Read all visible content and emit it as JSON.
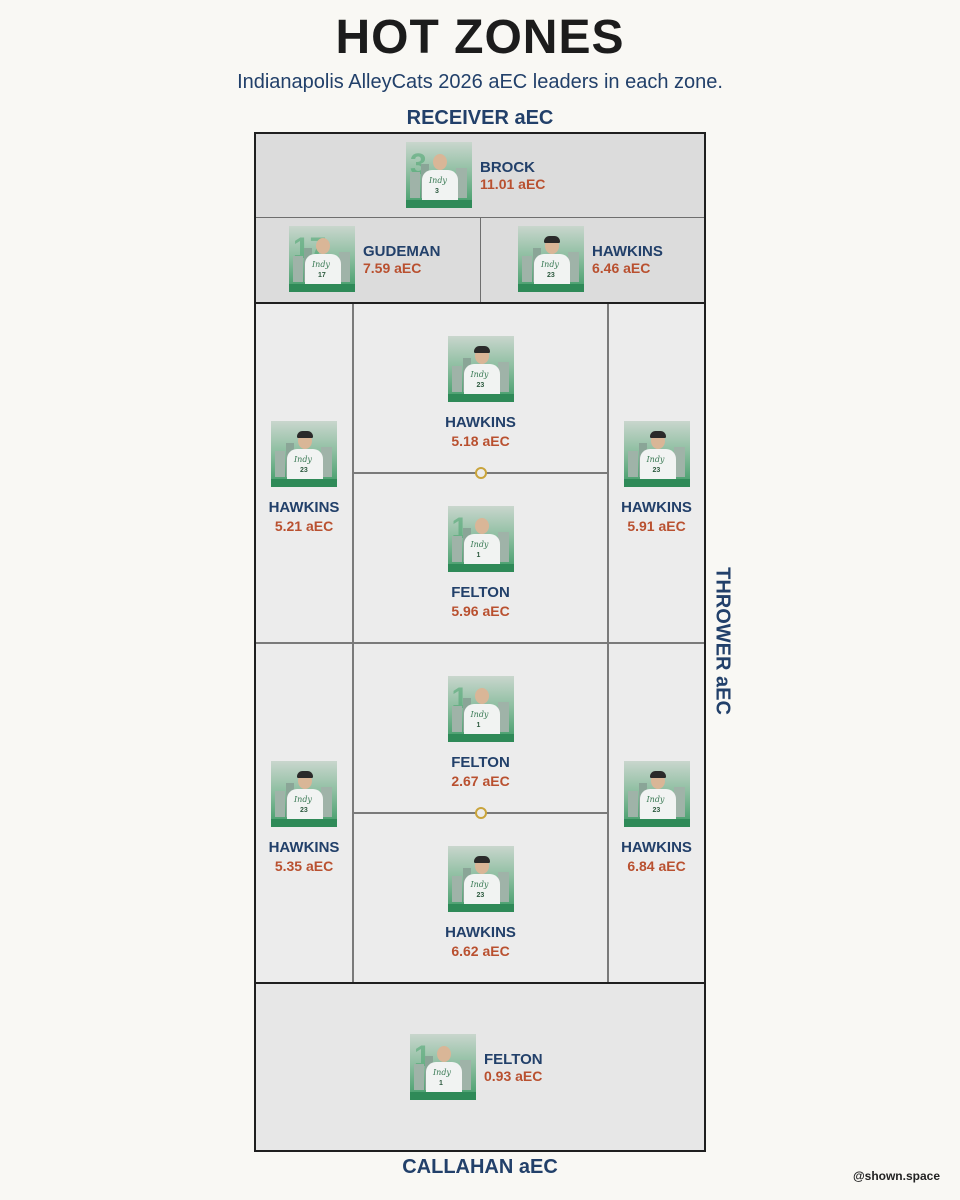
{
  "title": "HOT ZONES",
  "subtitle": "Indianapolis AlleyCats 2026 aEC leaders in each zone.",
  "labels": {
    "top": "RECEIVER aEC",
    "right": "THROWER aEC",
    "bottom": "CALLAHAN aEC"
  },
  "credit": "@shown.space",
  "colors": {
    "navy": "#22406a",
    "value_orange": "#b9502f",
    "accent_gold": "#c9a43c",
    "team_green": "#3e9b66"
  },
  "zones": {
    "receiver_top": {
      "name": "BROCK",
      "value": "11.01 aEC",
      "jersey": "3"
    },
    "receiver_mid_left": {
      "name": "GUDEMAN",
      "value": "7.59 aEC",
      "jersey": "17"
    },
    "receiver_mid_right": {
      "name": "HAWKINS",
      "value": "6.46 aEC",
      "jersey": "23"
    },
    "upper_left": {
      "name": "HAWKINS",
      "value": "5.21 aEC",
      "jersey": "23"
    },
    "upper_center_top": {
      "name": "HAWKINS",
      "value": "5.18 aEC",
      "jersey": "23"
    },
    "upper_center_bottom": {
      "name": "FELTON",
      "value": "5.96 aEC",
      "jersey": "1"
    },
    "upper_right": {
      "name": "HAWKINS",
      "value": "5.91 aEC",
      "jersey": "23"
    },
    "lower_left": {
      "name": "HAWKINS",
      "value": "5.35 aEC",
      "jersey": "23"
    },
    "lower_center_top": {
      "name": "FELTON",
      "value": "2.67 aEC",
      "jersey": "1"
    },
    "lower_center_bottom": {
      "name": "HAWKINS",
      "value": "6.62 aEC",
      "jersey": "23"
    },
    "lower_right": {
      "name": "HAWKINS",
      "value": "6.84 aEC",
      "jersey": "23"
    },
    "callahan": {
      "name": "FELTON",
      "value": "0.93 aEC",
      "jersey": "1"
    }
  }
}
